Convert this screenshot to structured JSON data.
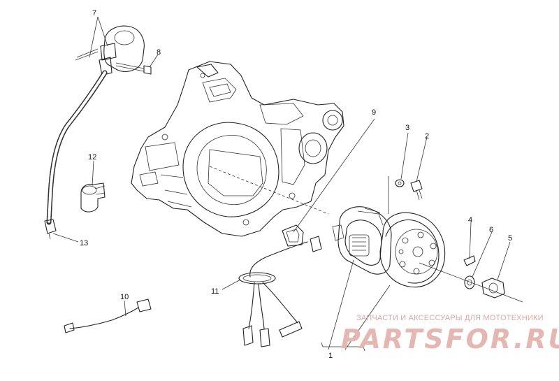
{
  "diagram": {
    "callouts": {
      "c1": "1",
      "c2": "2",
      "c3": "3",
      "c4": "4",
      "c5": "5",
      "c6": "6",
      "c7": "7",
      "c8": "8",
      "c9": "9",
      "c10": "10",
      "c11": "11",
      "c12": "12",
      "c13": "13"
    }
  },
  "watermark": {
    "subtitle": "ЗАПЧАСТИ И АКСЕССУАРЫ ДЛЯ МОТОТЕХНИКИ",
    "brand": "PARTSFOR.RU"
  },
  "colors": {
    "line": "#222222",
    "background": "#ffffff",
    "watermark": "#e4b7b2"
  }
}
